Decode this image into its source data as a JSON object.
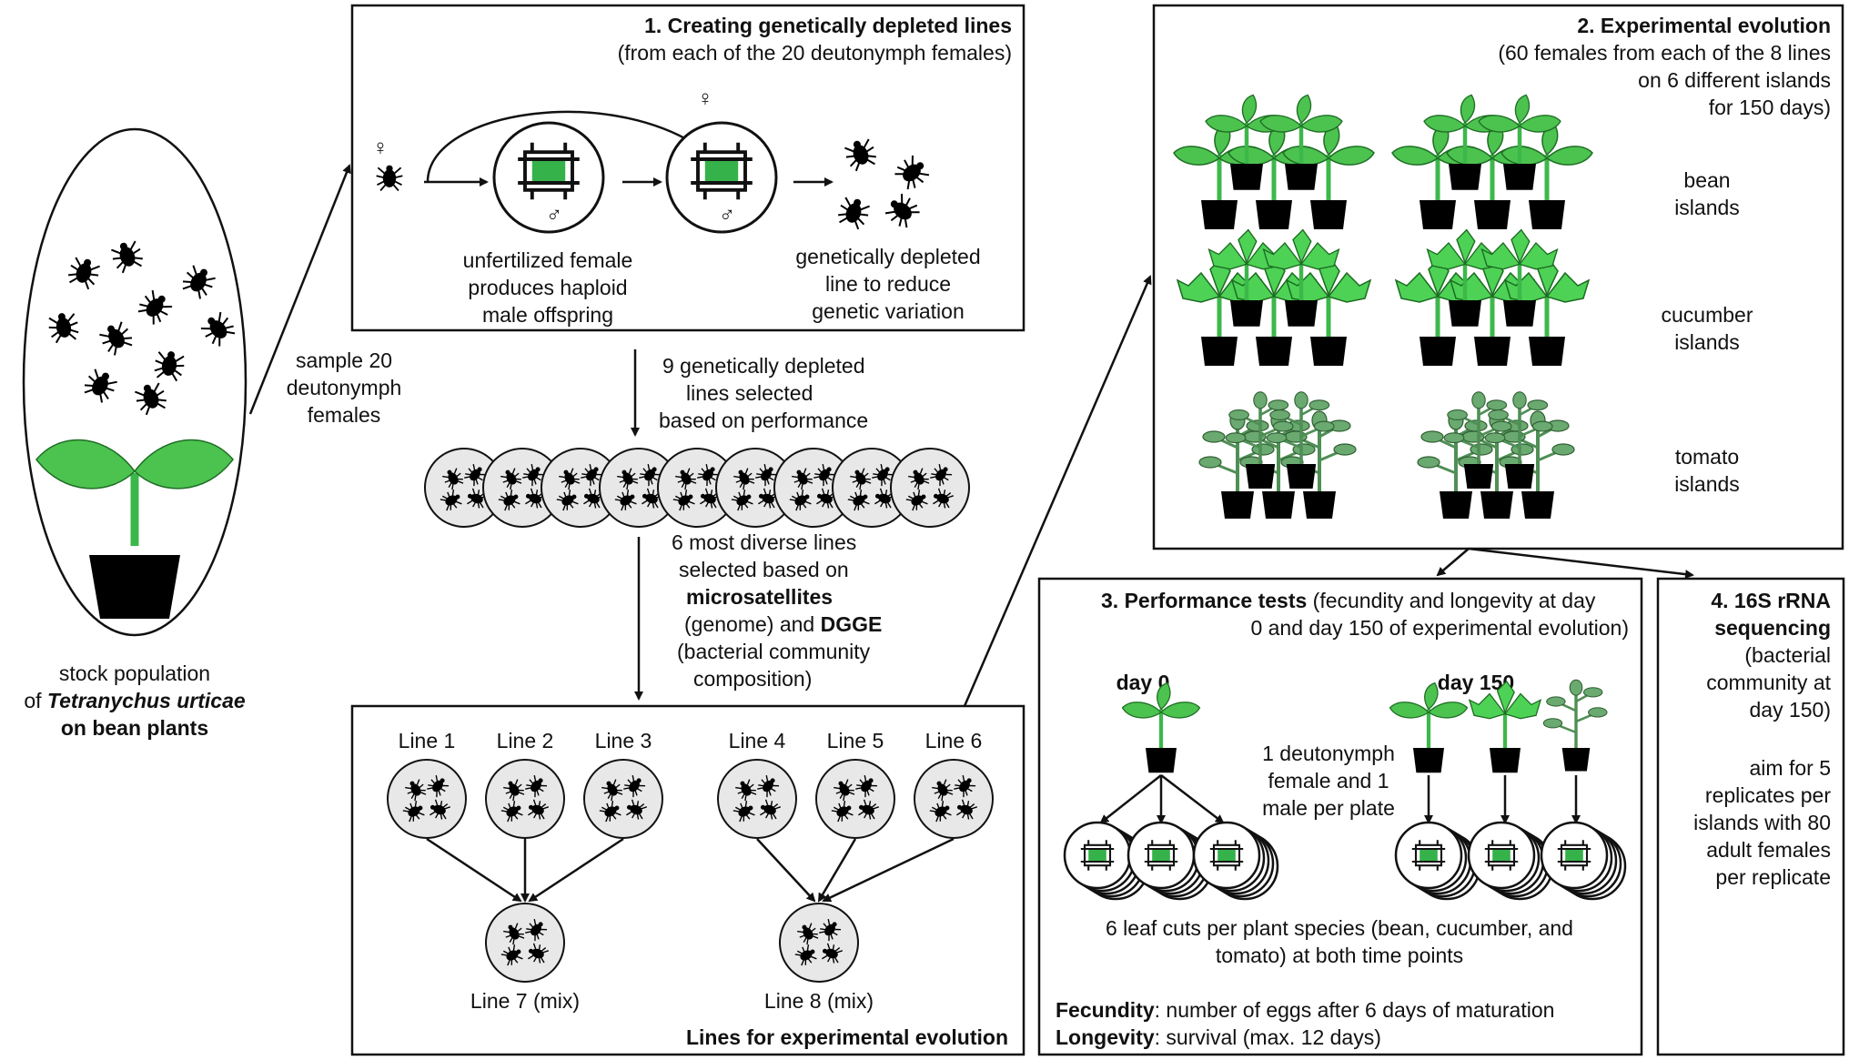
{
  "colors": {
    "plant_green": "#4cc34f",
    "tomato_green": "#6aa96f",
    "dish_gray": "#e8e8e8",
    "pot_black": "#000000",
    "line": "#111111"
  },
  "icons": [
    "mite-icon",
    "female-symbol-icon",
    "male-symbol-icon",
    "leaf-disc-icon",
    "bean-plant-icon",
    "cucumber-plant-icon",
    "tomato-plant-icon"
  ],
  "stock": {
    "line1": "stock population",
    "line2_prefix": "of ",
    "line2_species": "Tetranychus urticae",
    "line3": "on bean plants"
  },
  "sample_label": [
    "sample 20",
    "deutonymph",
    "females"
  ],
  "box1": {
    "title": "1. Creating genetically depleted lines",
    "subtitle": "(from each of the 20 deutonymph females)",
    "female_symbol": "♀",
    "male_symbol": "♂",
    "caption_left": [
      "unfertilized female",
      "produces haploid",
      "male offspring"
    ],
    "caption_right": [
      "genetically depleted",
      "line to reduce",
      "genetic variation"
    ]
  },
  "nine_lines_label": [
    "9 genetically depleted",
    "lines selected",
    "based on performance"
  ],
  "six_lines_label": {
    "l1": "6 most diverse lines",
    "l2": "selected based on",
    "l3": "microsatellites",
    "l4_a": "(genome) and ",
    "l4_b": "DGGE",
    "l5": "(bacterial community",
    "l6": "composition)"
  },
  "lines_box": {
    "lines": [
      "Line 1",
      "Line 2",
      "Line 3",
      "Line 4",
      "Line 5",
      "Line 6"
    ],
    "mix": [
      "Line 7 (mix)",
      "Line 8 (mix)"
    ],
    "title": "Lines for experimental evolution"
  },
  "box2": {
    "title": "2. Experimental evolution",
    "sub": [
      "(60 females from each of the 8 lines",
      "on 6 different islands",
      "for 150 days)"
    ],
    "islands": [
      [
        "bean",
        "islands"
      ],
      [
        "cucumber",
        "islands"
      ],
      [
        "tomato",
        "islands"
      ]
    ]
  },
  "box3": {
    "title_bold": "3. Performance tests",
    "title_rest": " (fecundity and longevity at day",
    "title_line2": "0 and day 150 of experimental evolution)",
    "day0": "day 0",
    "day150": "day 150",
    "plate_note": [
      "1 deutonymph",
      "female and 1",
      "male per plate"
    ],
    "leaf_cuts": [
      "6 leaf cuts per plant species (bean, cucumber, and",
      "tomato) at both time points"
    ],
    "fecundity_label": "Fecundity",
    "fecundity_text": ": number of eggs after 6 days of maturation",
    "longevity_label": "Longevity",
    "longevity_text": ": survival (max. 12 days)"
  },
  "box4": {
    "title": [
      "4. 16S rRNA",
      "sequencing"
    ],
    "sub": [
      "(bacterial",
      "community at",
      "day 150)"
    ],
    "aim": [
      "aim for 5",
      "replicates per",
      "islands with 80",
      "adult females",
      "per replicate"
    ]
  }
}
